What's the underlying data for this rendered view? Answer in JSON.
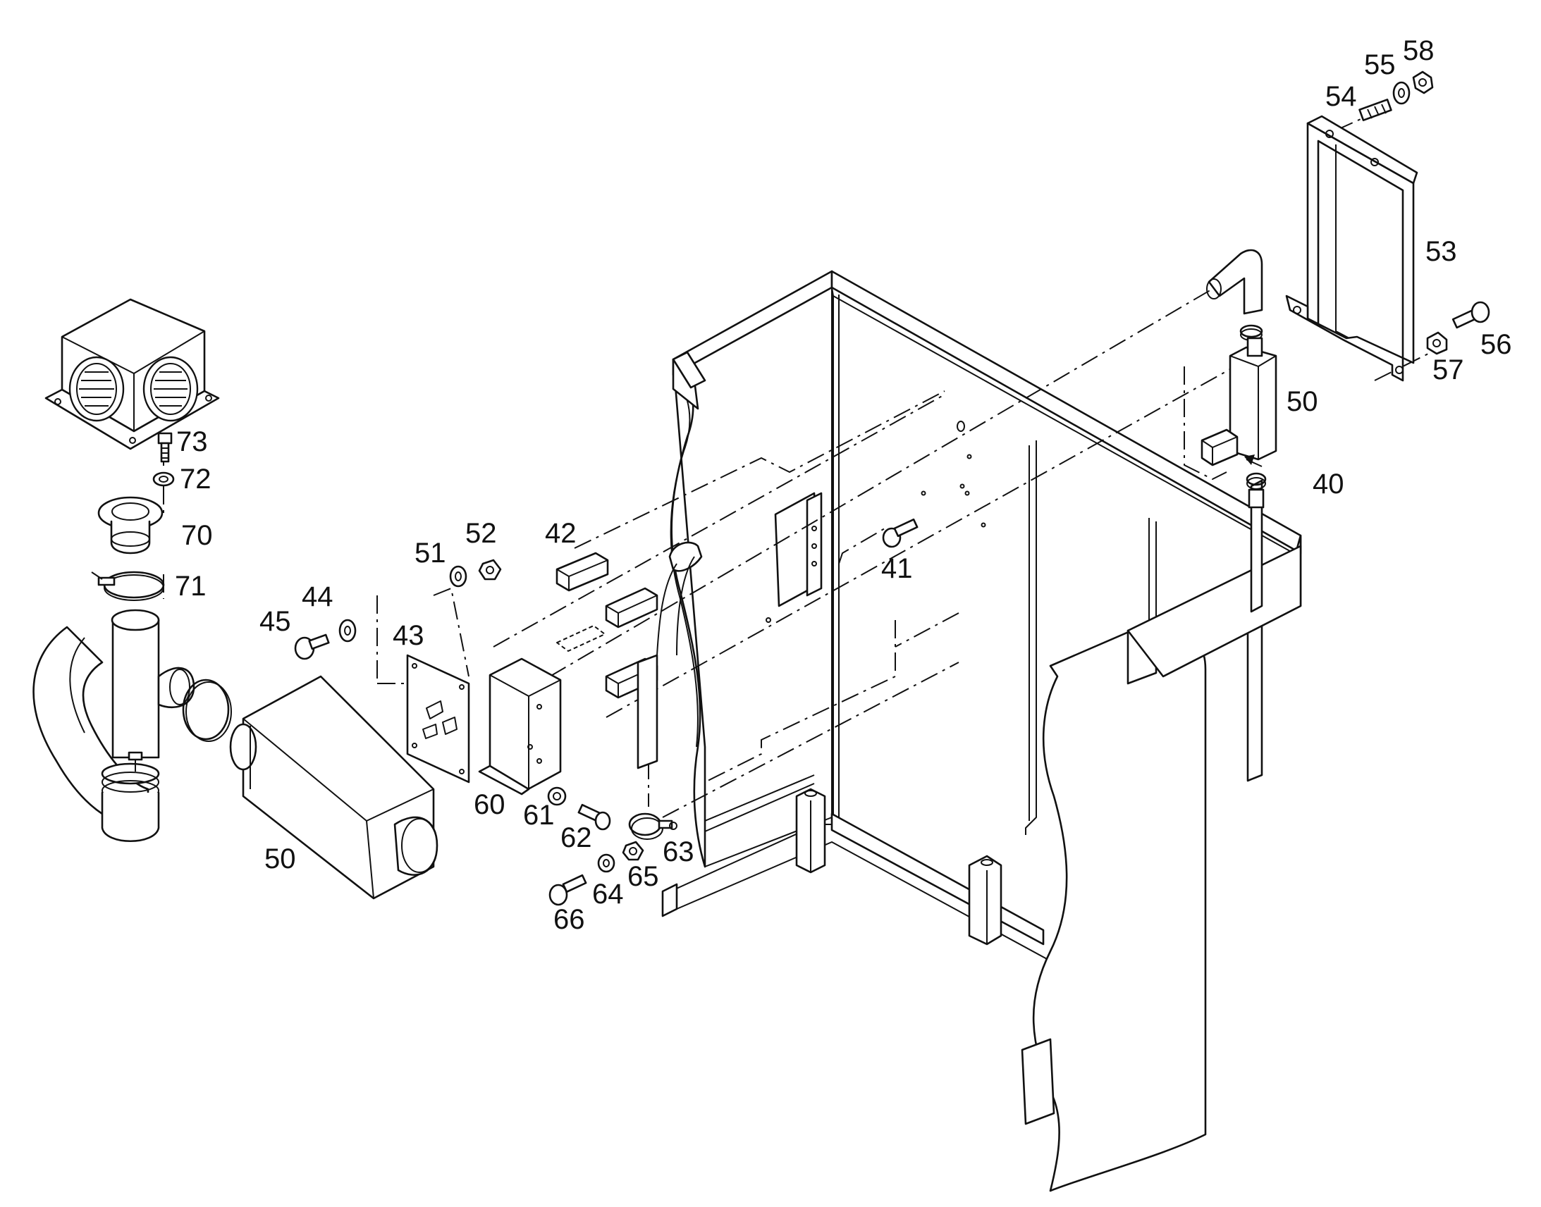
{
  "labels": {
    "l73": "73",
    "l72": "72",
    "l70": "70",
    "l71": "71",
    "l45": "45",
    "l44": "44",
    "l43": "43",
    "l51": "51",
    "l52": "52",
    "l42": "42",
    "l50a": "50",
    "l60": "60",
    "l61": "61",
    "l62": "62",
    "l63": "63",
    "l64": "64",
    "l65": "65",
    "l66": "66",
    "l41": "41",
    "l50b": "50",
    "l40": "40",
    "l53": "53",
    "l54": "54",
    "l55": "55",
    "l58": "58",
    "l56": "56",
    "l57": "57"
  }
}
